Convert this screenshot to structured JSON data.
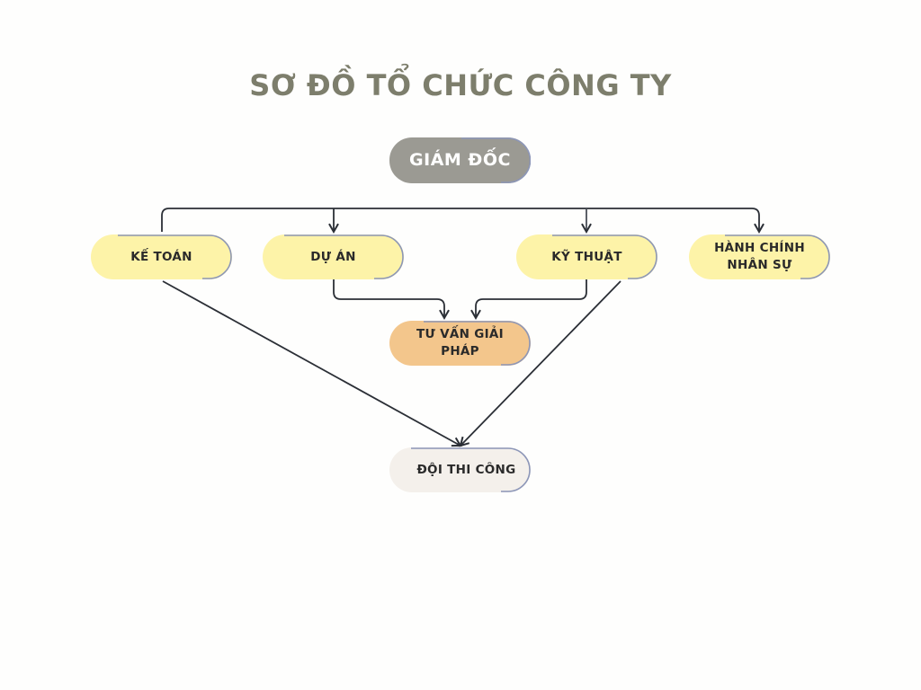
{
  "title": "SƠ ĐỒ TỔ CHỨC CÔNG TY",
  "nodes": {
    "director": "GIÁM ĐỐC",
    "accounting": "KẾ TOÁN",
    "project": "DỰ ÁN",
    "engineering": "KỸ THUẬT",
    "hr": "HÀNH CHÍNH NHÂN SỰ",
    "consulting": "TƯ VẤN GIẢI PHÁP",
    "construction": "ĐỘI THI CÔNG"
  },
  "edges": [
    {
      "from": "director",
      "to": "accounting"
    },
    {
      "from": "director",
      "to": "project"
    },
    {
      "from": "director",
      "to": "engineering"
    },
    {
      "from": "director",
      "to": "hr"
    },
    {
      "from": "project",
      "to": "consulting"
    },
    {
      "from": "engineering",
      "to": "consulting"
    },
    {
      "from": "accounting",
      "to": "construction"
    },
    {
      "from": "engineering",
      "to": "construction"
    }
  ],
  "colors": {
    "title": "#7d7e6c",
    "director_fill": "#9b9a93",
    "department_fill": "#fdf3a8",
    "consulting_fill": "#f3c68c",
    "construction_fill": "#f4f0eb",
    "node_edge": "#8c96b8",
    "connector": "#2b2f36"
  }
}
